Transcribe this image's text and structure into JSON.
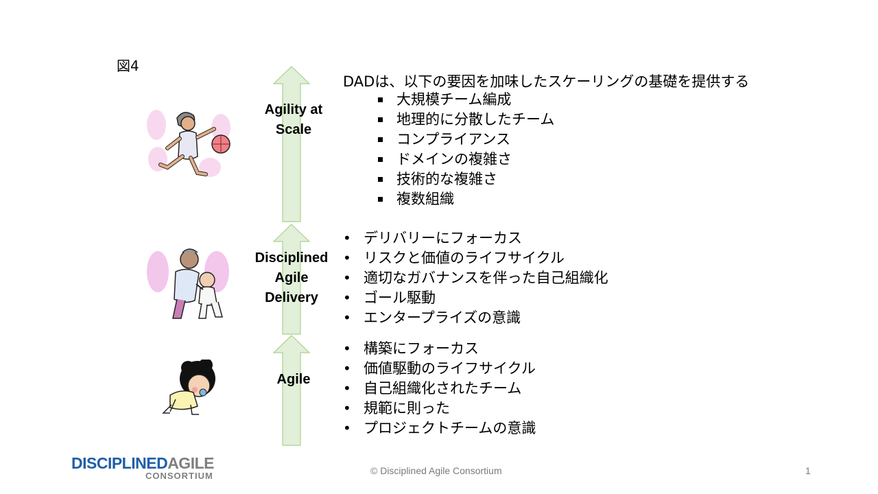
{
  "slide": {
    "figure_label": "図4",
    "stages": [
      {
        "label": "Agility at\nScale"
      },
      {
        "label": "Disciplined\nAgile\nDelivery"
      },
      {
        "label": "Agile"
      }
    ],
    "scale": {
      "heading": "DADは、以下の要因を加味したスケーリングの基礎を提供する",
      "items": [
        "大規模チーム編成",
        "地理的に分散したチーム",
        "コンプライアンス",
        "ドメインの複雑さ",
        "技術的な複雑さ",
        "複数組織"
      ]
    },
    "dad": {
      "items": [
        "デリバリーにフォーカス",
        "リスクと価値のライフサイクル",
        "適切なガバナンスを伴った自己組織化",
        "ゴール駆動",
        "エンタープライズの意識"
      ]
    },
    "agile": {
      "items": [
        "構築にフォーカス",
        "価値駆動のライフサイクル",
        "自己組織化されたチーム",
        "規範に則った",
        "プロジェクトチームの意識"
      ]
    },
    "footer": "© Disciplined Agile Consortium",
    "page_number": "1",
    "logo": {
      "part1": "DISCIPLINED",
      "part2": "AGILE",
      "sub": "CONSORTIUM"
    }
  },
  "colors": {
    "arrow_fill": "#e2efd9",
    "arrow_stroke": "#a9d18e",
    "logo_blue": "#1f5fa8",
    "logo_gray": "#7f7f7f"
  },
  "icons": [
    "adult-basketball-player-icon",
    "adult-helping-child-walk-icon",
    "crawling-baby-icon"
  ]
}
